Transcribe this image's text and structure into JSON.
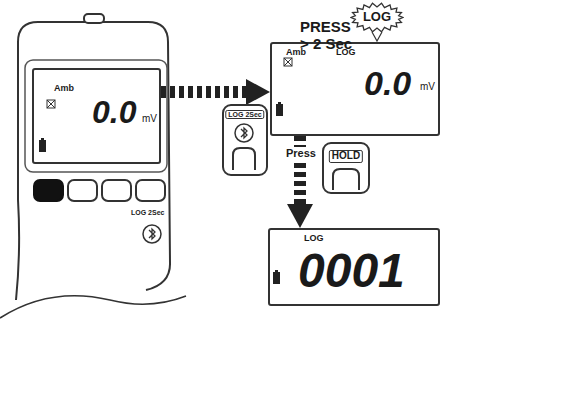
{
  "diagram": {
    "nodes": [
      {
        "text": [
          "Amb",
          "0.0",
          "mV"
        ]
      },
      {
        "text": [
          "LOG 2Sec"
        ]
      },
      {
        "text": [
          "Amb",
          "LOG",
          "0.0",
          "mV"
        ]
      },
      {
        "text": [
          "LOG"
        ]
      },
      {
        "text": [
          "HOLD"
        ]
      },
      {
        "text": [
          "LOG",
          "0001"
        ]
      }
    ],
    "edges": [
      {
        "from": 0,
        "to": 2,
        "arrow": "to",
        "label": "PRESS > 2 Sec"
      },
      {
        "from": 2,
        "to": 5,
        "arrow": "to",
        "label": "Press"
      }
    ],
    "labels": [
      "LOG 2Sec"
    ]
  }
}
